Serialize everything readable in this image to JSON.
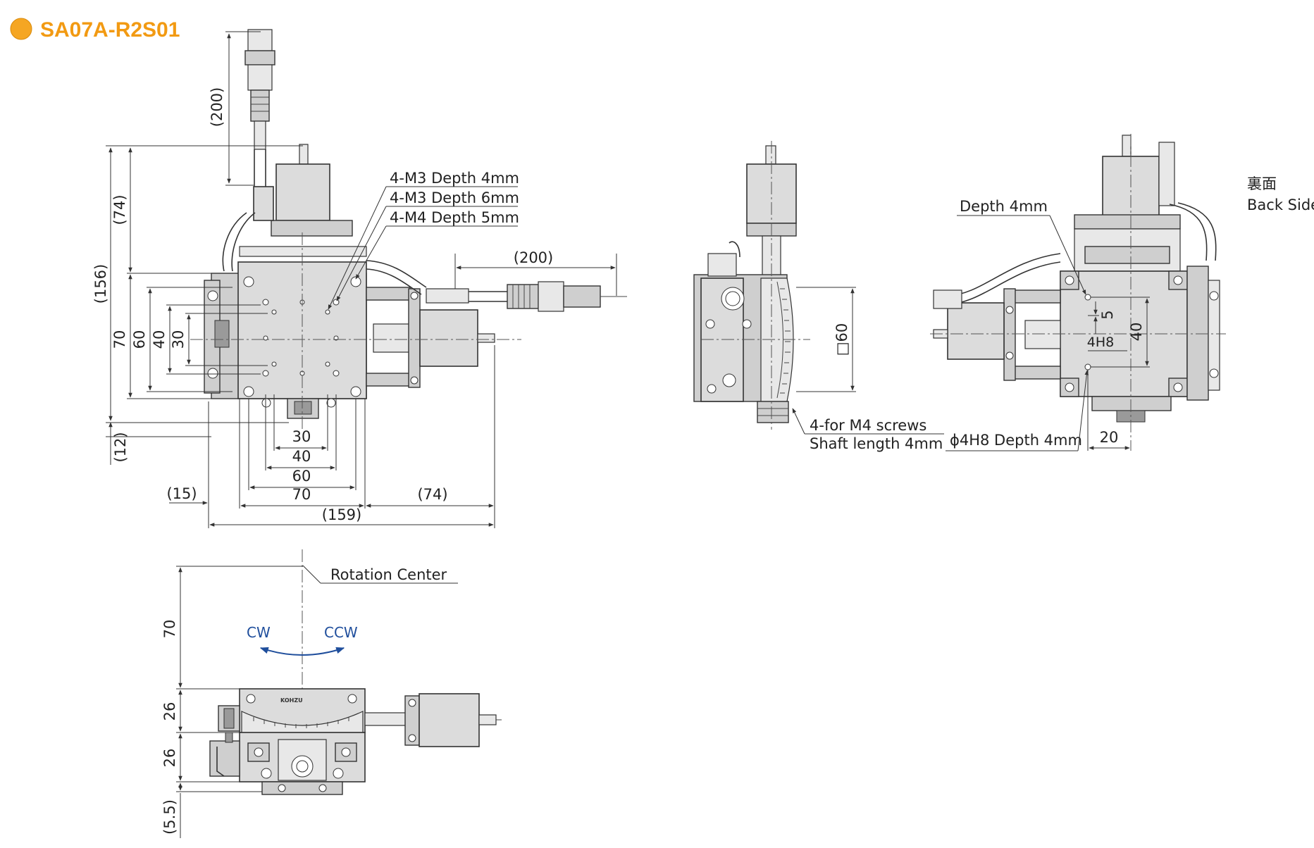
{
  "title": "SA07A-R2S01",
  "colors": {
    "title": "#f29a12",
    "dot": "#f5a623",
    "rotation_arrow": "#1f4e9c"
  },
  "front_view": {
    "callouts": [
      "4-M3 Depth 4mm",
      "4-M3 Depth 6mm",
      "4-M4 Depth 5mm"
    ],
    "dims": {
      "cable_top": "(200)",
      "height_upper": "(74)",
      "height_total": "(156)",
      "height_bottom": "(12)",
      "vertical": [
        "70",
        "60",
        "40",
        "30"
      ],
      "horizontal": [
        "30",
        "40",
        "60",
        "70"
      ],
      "left_offset": "(15)",
      "right_offset": "(74)",
      "total_width": "(159)",
      "cable_right": "(200)"
    }
  },
  "side_view": {
    "square": "□60",
    "notes": [
      "4-for M4 screws",
      "Shaft length 4mm"
    ]
  },
  "back_view": {
    "label_jp": "裏面",
    "label_en": "Back Side",
    "depth": "Depth 4mm",
    "dims": [
      "5",
      "40",
      "4H8",
      "20"
    ],
    "hole": "ϕ4H8 Depth 4mm"
  },
  "bottom_view": {
    "rotation_center": "Rotation Center",
    "cw": "CW",
    "ccw": "CCW",
    "brand": "KOHZU",
    "dims": [
      "70",
      "26",
      "26",
      "(5.5)"
    ]
  }
}
